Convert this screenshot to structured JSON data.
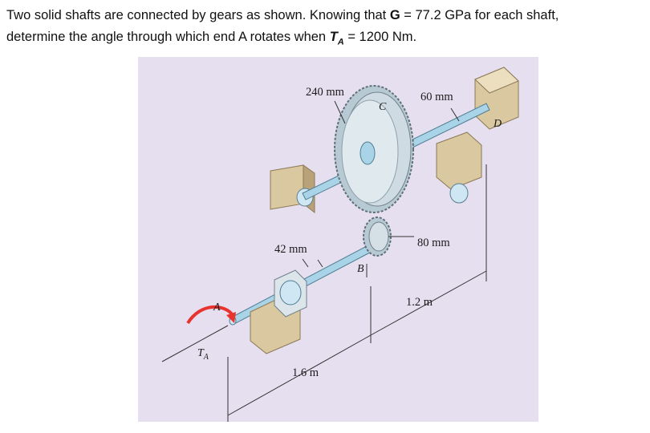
{
  "problem": {
    "line1_a": "Two solid shafts are connected by gears as shown. Knowing that ",
    "G": "G",
    "line1_b": " = 77.2 GPa for each shaft,",
    "line2_a": "determine the angle through which end A rotates when ",
    "T": "T",
    "T_sub": "A",
    "line2_b": " = 1200 Nm."
  },
  "figure": {
    "colors": {
      "background": "#e6dff0",
      "shaft": "#a9d3e6",
      "bearing": "#d7c39a",
      "torque_arrow": "#e8332f"
    },
    "labels": {
      "r_C": "240 mm",
      "r_small_D_shaft": "60 mm",
      "r_small_A_shaft": "42 mm",
      "r_B": "80 mm",
      "L_CD": "1.2 m",
      "L_AB": "1.6 m",
      "point_A": "A",
      "point_B": "B",
      "point_C": "C",
      "point_D": "D",
      "torque_T": "T",
      "torque_sub": "A"
    }
  }
}
